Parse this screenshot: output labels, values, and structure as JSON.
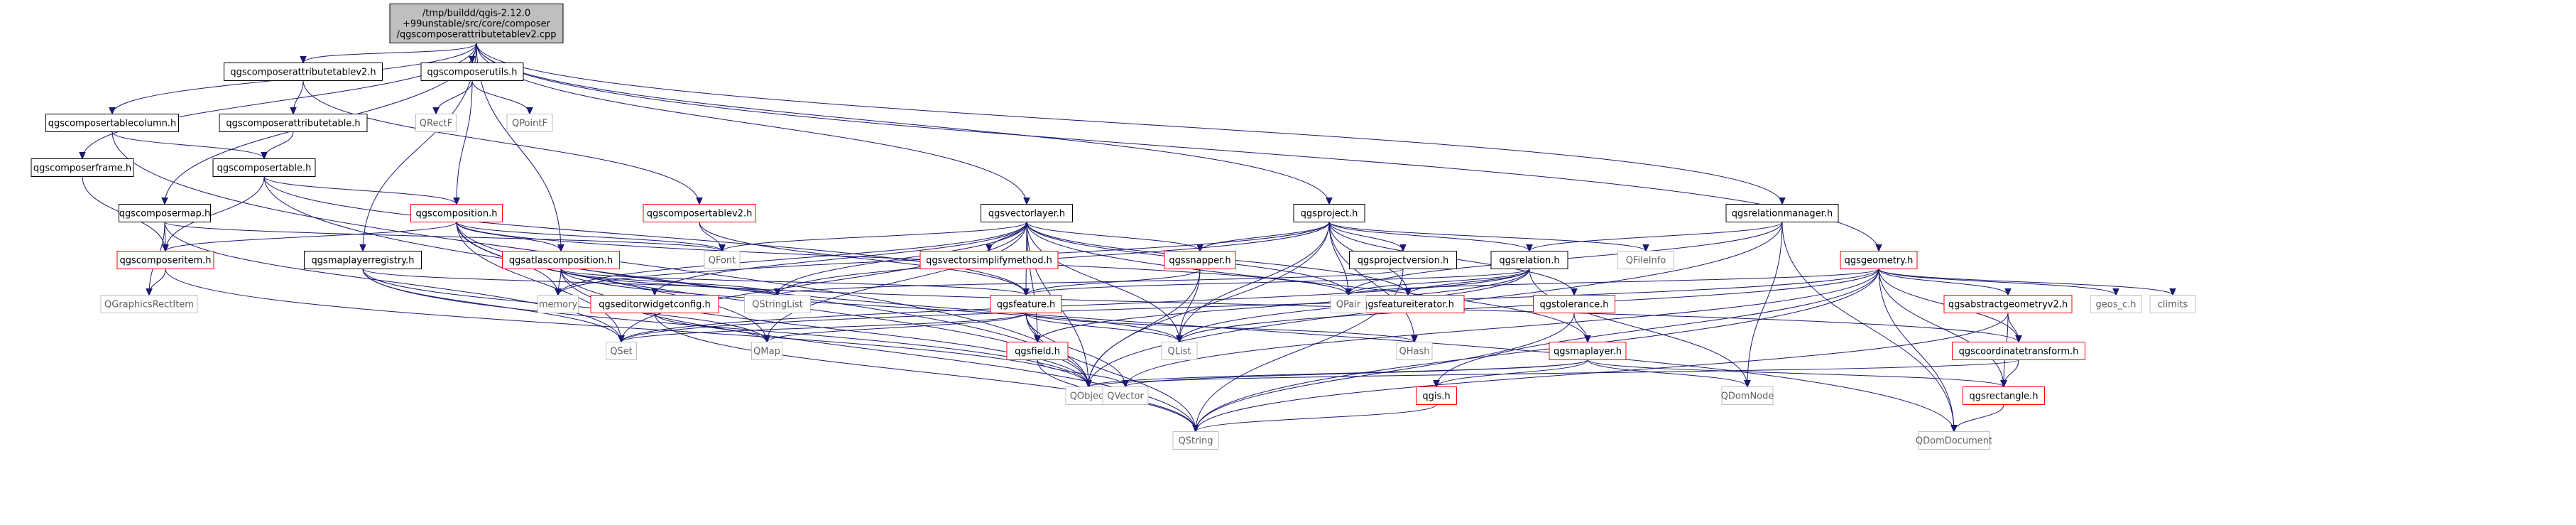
{
  "colors": {
    "edge": "#191970",
    "root_fill": "#bfbfbf",
    "node_stroke": "#000000",
    "red_stroke": "#ff0000",
    "gray_stroke": "#bfbfbf",
    "text": "#000000",
    "gray_text": "#606060"
  },
  "nodes": [
    {
      "id": "root",
      "lines": [
        "/tmp/buildd/qgis-2.12.0",
        "+99unstable/src/core/composer",
        "/qgscomposerattributetablev2.cpp"
      ],
      "style": "root"
    },
    {
      "id": "tablecolumn",
      "lines": [
        "qgscomposertablecolumn.h"
      ],
      "style": "black"
    },
    {
      "id": "attrv2",
      "lines": [
        "qgscomposerattributetablev2.h"
      ],
      "style": "black"
    },
    {
      "id": "utils",
      "lines": [
        "qgscomposerutils.h"
      ],
      "style": "black"
    },
    {
      "id": "attrtable",
      "lines": [
        "qgscomposerattributetable.h"
      ],
      "style": "black"
    },
    {
      "id": "composertable",
      "lines": [
        "qgscomposertable.h"
      ],
      "style": "black"
    },
    {
      "id": "frame",
      "lines": [
        "qgscomposerframe.h"
      ],
      "style": "black"
    },
    {
      "id": "composermap",
      "lines": [
        "qgscomposermap.h"
      ],
      "style": "black"
    },
    {
      "id": "composeritem",
      "lines": [
        "qgscomposeritem.h"
      ],
      "style": "red"
    },
    {
      "id": "composition",
      "lines": [
        "qgscomposition.h"
      ],
      "style": "red"
    },
    {
      "id": "maplayerreg",
      "lines": [
        "qgsmaplayerregistry.h"
      ],
      "style": "black"
    },
    {
      "id": "atlas",
      "lines": [
        "qgsatlascomposition.h"
      ],
      "style": "red"
    },
    {
      "id": "tablev2",
      "lines": [
        "qgscomposertablev2.h"
      ],
      "style": "red"
    },
    {
      "id": "vectorlayer",
      "lines": [
        "qgsvectorlayer.h"
      ],
      "style": "black"
    },
    {
      "id": "simplify",
      "lines": [
        "qgsvectorsimplifymethod.h"
      ],
      "style": "red"
    },
    {
      "id": "editorwidget",
      "lines": [
        "qgseditorwidgetconfig.h"
      ],
      "style": "red"
    },
    {
      "id": "feature",
      "lines": [
        "qgsfeature.h"
      ],
      "style": "red"
    },
    {
      "id": "field",
      "lines": [
        "qgsfield.h"
      ],
      "style": "red"
    },
    {
      "id": "project",
      "lines": [
        "qgsproject.h"
      ],
      "style": "black"
    },
    {
      "id": "snapper",
      "lines": [
        "qgssnapper.h"
      ],
      "style": "red"
    },
    {
      "id": "projversion",
      "lines": [
        "qgsprojectversion.h"
      ],
      "style": "black"
    },
    {
      "id": "relation",
      "lines": [
        "qgsrelation.h"
      ],
      "style": "black"
    },
    {
      "id": "featiter",
      "lines": [
        "qgsfeatureiterator.h"
      ],
      "style": "red"
    },
    {
      "id": "tolerance",
      "lines": [
        "qgstolerance.h"
      ],
      "style": "red"
    },
    {
      "id": "maplayer",
      "lines": [
        "qgsmaplayer.h"
      ],
      "style": "red"
    },
    {
      "id": "qgis",
      "lines": [
        "qgis.h"
      ],
      "style": "red"
    },
    {
      "id": "relmanager",
      "lines": [
        "qgsrelationmanager.h"
      ],
      "style": "black"
    },
    {
      "id": "geometry",
      "lines": [
        "qgsgeometry.h"
      ],
      "style": "red"
    },
    {
      "id": "abstractgeom",
      "lines": [
        "qgsabstractgeometryv2.h"
      ],
      "style": "red"
    },
    {
      "id": "coordtrans",
      "lines": [
        "qgscoordinatetransform.h"
      ],
      "style": "red"
    },
    {
      "id": "rectangle",
      "lines": [
        "qgsrectangle.h"
      ],
      "style": "red"
    },
    {
      "id": "QRectF",
      "lines": [
        "QRectF"
      ],
      "style": "gray"
    },
    {
      "id": "QPointF",
      "lines": [
        "QPointF"
      ],
      "style": "gray"
    },
    {
      "id": "QGraphicsRectItem",
      "lines": [
        "QGraphicsRectItem"
      ],
      "style": "gray"
    },
    {
      "id": "memory",
      "lines": [
        "memory"
      ],
      "style": "gray"
    },
    {
      "id": "QStringList",
      "lines": [
        "QStringList"
      ],
      "style": "gray"
    },
    {
      "id": "QFont",
      "lines": [
        "QFont"
      ],
      "style": "gray"
    },
    {
      "id": "QSet",
      "lines": [
        "QSet"
      ],
      "style": "gray"
    },
    {
      "id": "QMap",
      "lines": [
        "QMap"
      ],
      "style": "gray"
    },
    {
      "id": "QList",
      "lines": [
        "QList"
      ],
      "style": "gray"
    },
    {
      "id": "QHash",
      "lines": [
        "QHash"
      ],
      "style": "gray"
    },
    {
      "id": "QPair",
      "lines": [
        "QPair"
      ],
      "style": "gray"
    },
    {
      "id": "QObject",
      "lines": [
        "QObject"
      ],
      "style": "gray"
    },
    {
      "id": "QVector",
      "lines": [
        "QVector"
      ],
      "style": "gray"
    },
    {
      "id": "QString",
      "lines": [
        "QString"
      ],
      "style": "gray"
    },
    {
      "id": "QDomNode",
      "lines": [
        "QDomNode"
      ],
      "style": "gray"
    },
    {
      "id": "QDomDocument",
      "lines": [
        "QDomDocument"
      ],
      "style": "gray"
    },
    {
      "id": "QFileInfo",
      "lines": [
        "QFileInfo"
      ],
      "style": "gray"
    },
    {
      "id": "geos_c",
      "lines": [
        "geos_c.h"
      ],
      "style": "gray"
    },
    {
      "id": "climits",
      "lines": [
        "climits"
      ],
      "style": "gray"
    }
  ],
  "edges": [
    [
      "root",
      "tablecolumn"
    ],
    [
      "root",
      "frame"
    ],
    [
      "root",
      "attrv2"
    ],
    [
      "root",
      "utils"
    ],
    [
      "root",
      "composermap"
    ],
    [
      "root",
      "maplayerreg"
    ],
    [
      "root",
      "atlas"
    ],
    [
      "root",
      "vectorlayer"
    ],
    [
      "root",
      "project"
    ],
    [
      "root",
      "relmanager"
    ],
    [
      "root",
      "geometry"
    ],
    [
      "tablecolumn",
      "composertable"
    ],
    [
      "tablecolumn",
      "QObject"
    ],
    [
      "attrv2",
      "attrtable"
    ],
    [
      "attrv2",
      "tablev2"
    ],
    [
      "utils",
      "QRectF"
    ],
    [
      "utils",
      "QPointF"
    ],
    [
      "utils",
      "composition"
    ],
    [
      "attrtable",
      "composertable"
    ],
    [
      "composertable",
      "composition"
    ],
    [
      "composertable",
      "composeritem"
    ],
    [
      "composertable",
      "feature"
    ],
    [
      "composertable",
      "QObject"
    ],
    [
      "frame",
      "composeritem"
    ],
    [
      "composermap",
      "composeritem"
    ],
    [
      "composermap",
      "QGraphicsRectItem"
    ],
    [
      "composermap",
      "QFont"
    ],
    [
      "composermap",
      "QSet"
    ],
    [
      "composeritem",
      "QGraphicsRectItem"
    ],
    [
      "composeritem",
      "QObject"
    ],
    [
      "composition",
      "composeritem"
    ],
    [
      "composition",
      "atlas"
    ],
    [
      "composition",
      "memory"
    ],
    [
      "composition",
      "QFont"
    ],
    [
      "composition",
      "QSet"
    ],
    [
      "composition",
      "QDomDocument"
    ],
    [
      "composition",
      "QObject"
    ],
    [
      "composition",
      "QPair"
    ],
    [
      "composition",
      "QMap"
    ],
    [
      "maplayerreg",
      "QMap"
    ],
    [
      "maplayerreg",
      "QStringList"
    ],
    [
      "maplayerreg",
      "QSet"
    ],
    [
      "maplayerreg",
      "QObject"
    ],
    [
      "atlas",
      "memory"
    ],
    [
      "atlas",
      "QStringList"
    ],
    [
      "atlas",
      "feature"
    ],
    [
      "atlas",
      "QString"
    ],
    [
      "atlas",
      "QList"
    ],
    [
      "atlas",
      "coordtrans"
    ],
    [
      "atlas",
      "QObject"
    ],
    [
      "tablev2",
      "QFont"
    ],
    [
      "tablev2",
      "feature"
    ],
    [
      "vectorlayer",
      "QFont"
    ],
    [
      "vectorlayer",
      "QStringList"
    ],
    [
      "vectorlayer",
      "QMap"
    ],
    [
      "vectorlayer",
      "QSet"
    ],
    [
      "vectorlayer",
      "QList"
    ],
    [
      "vectorlayer",
      "simplify"
    ],
    [
      "vectorlayer",
      "editorwidget"
    ],
    [
      "vectorlayer",
      "feature"
    ],
    [
      "vectorlayer",
      "field"
    ],
    [
      "vectorlayer",
      "snapper"
    ],
    [
      "vectorlayer",
      "featiter"
    ],
    [
      "vectorlayer",
      "maplayer"
    ],
    [
      "vectorlayer",
      "QPair"
    ],
    [
      "vectorlayer",
      "memory"
    ],
    [
      "vectorlayer",
      "QObject"
    ],
    [
      "editorwidget",
      "QMap"
    ],
    [
      "editorwidget",
      "QString"
    ],
    [
      "feature",
      "QMap"
    ],
    [
      "feature",
      "QList"
    ],
    [
      "feature",
      "QHash"
    ],
    [
      "feature",
      "QSet"
    ],
    [
      "feature",
      "field"
    ],
    [
      "feature",
      "QVector"
    ],
    [
      "feature",
      "QString"
    ],
    [
      "field",
      "QString"
    ],
    [
      "field",
      "QVector"
    ],
    [
      "project",
      "memory"
    ],
    [
      "project",
      "QStringList"
    ],
    [
      "project",
      "QList"
    ],
    [
      "project",
      "QObject"
    ],
    [
      "project",
      "QPair"
    ],
    [
      "project",
      "QFileInfo"
    ],
    [
      "project",
      "snapper"
    ],
    [
      "project",
      "projversion"
    ],
    [
      "project",
      "relation"
    ],
    [
      "project",
      "featiter"
    ],
    [
      "project",
      "tolerance"
    ],
    [
      "project",
      "QHash"
    ],
    [
      "snapper",
      "feature"
    ],
    [
      "snapper",
      "QList"
    ],
    [
      "snapper",
      "QObject"
    ],
    [
      "projversion",
      "QStringList"
    ],
    [
      "projversion",
      "QString"
    ],
    [
      "relation",
      "QList"
    ],
    [
      "relation",
      "QDomNode"
    ],
    [
      "relation",
      "QPair"
    ],
    [
      "relation",
      "feature"
    ],
    [
      "relation",
      "field"
    ],
    [
      "relation",
      "featiter"
    ],
    [
      "relation",
      "QSet"
    ],
    [
      "tolerance",
      "maplayer"
    ],
    [
      "tolerance",
      "QString"
    ],
    [
      "maplayer",
      "QObject"
    ],
    [
      "maplayer",
      "QDomNode"
    ],
    [
      "maplayer",
      "qgis"
    ],
    [
      "maplayer",
      "rectangle"
    ],
    [
      "maplayer",
      "QVector"
    ],
    [
      "qgis",
      "QString"
    ],
    [
      "relmanager",
      "relation"
    ],
    [
      "relmanager",
      "QObject"
    ],
    [
      "relmanager",
      "QDomNode"
    ],
    [
      "relmanager",
      "QDomDocument"
    ],
    [
      "relmanager",
      "QPair"
    ],
    [
      "geometry",
      "QPair"
    ],
    [
      "geometry",
      "QSet"
    ],
    [
      "geometry",
      "QDomDocument"
    ],
    [
      "geometry",
      "QString"
    ],
    [
      "geometry",
      "QVector"
    ],
    [
      "geometry",
      "abstractgeom"
    ],
    [
      "geometry",
      "coordtrans"
    ],
    [
      "geometry",
      "rectangle"
    ],
    [
      "geometry",
      "geos_c"
    ],
    [
      "geometry",
      "climits"
    ],
    [
      "geometry",
      "qgis"
    ],
    [
      "geometry",
      "QList"
    ],
    [
      "abstractgeom",
      "coordtrans"
    ],
    [
      "abstractgeom",
      "rectangle"
    ],
    [
      "abstractgeom",
      "QString"
    ],
    [
      "coordtrans",
      "rectangle"
    ],
    [
      "coordtrans",
      "QObject"
    ],
    [
      "rectangle",
      "QDomDocument"
    ]
  ]
}
